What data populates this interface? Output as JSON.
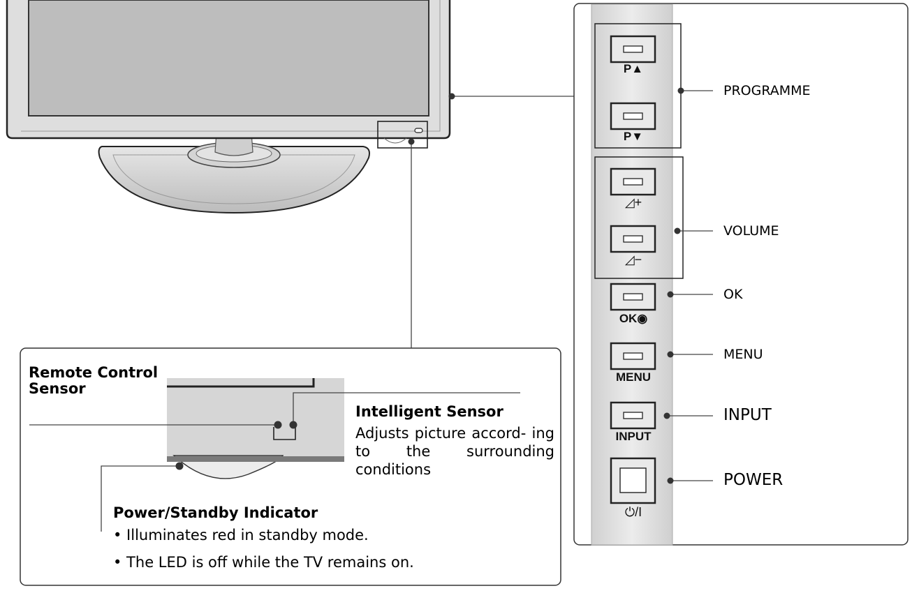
{
  "side_panel": {
    "labels": {
      "programme": "PROGRAMME",
      "volume": "VOLUME",
      "ok": "OK",
      "menu": "MENU",
      "input": "INPUT",
      "power": "POWER"
    },
    "buttons": {
      "p_up": "P▲",
      "p_down": "P▼",
      "vol_up": "◿+",
      "vol_down": "◿−",
      "ok": "OK◉",
      "menu": "MENU",
      "input": "INPUT",
      "power": "⏻/I"
    }
  },
  "detail_panel": {
    "remote_sensor": {
      "line1": "Remote Control",
      "line2": "Sensor"
    },
    "intelligent_sensor": {
      "title": "Intelligent Sensor",
      "description": "Adjusts picture accord- ing to the surrounding conditions"
    },
    "power_indicator": {
      "title": "Power/Standby Indicator",
      "bullet1": "• Illuminates red in standby mode.",
      "bullet2": "• The LED is off while the TV remains on."
    }
  },
  "colors": {
    "frame": "#d9d9d9",
    "screen": "#bdbdbd",
    "stand": "#c8c8c8",
    "panel_border": "#333333",
    "button_face": "#e9e9e9"
  }
}
